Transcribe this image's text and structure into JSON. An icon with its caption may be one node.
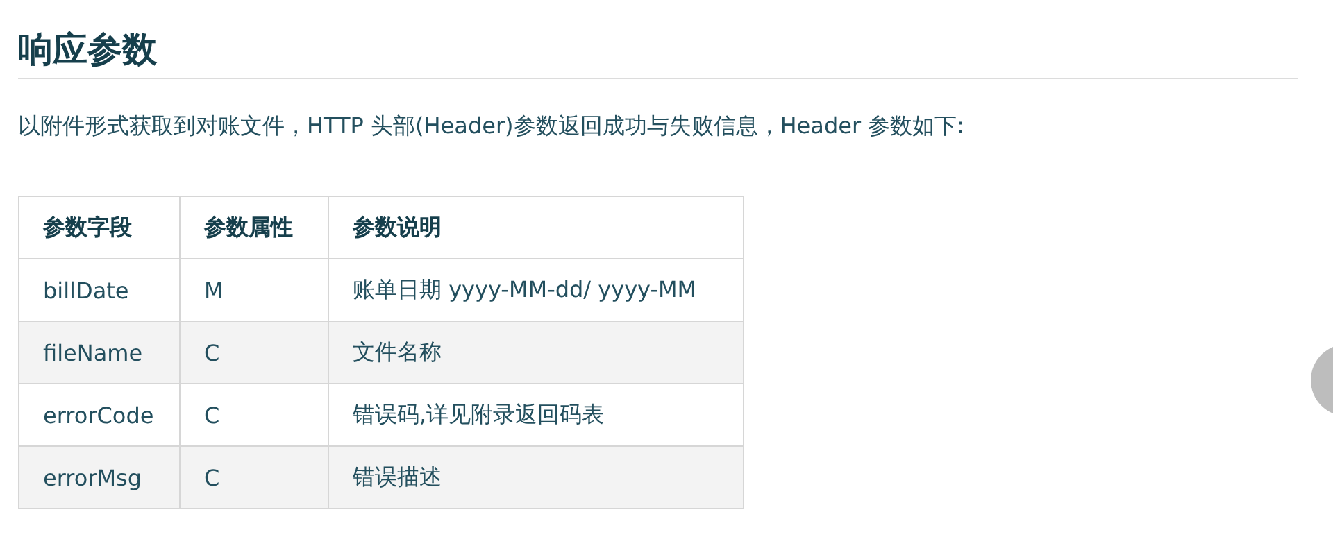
{
  "diagram": {
    "title": "响应参数",
    "labels": [
      "以附件形式获取到对账文件，HTTP 头部(Header)参数返回成功与失败信息，Header 参数如下:",
      "参数字段",
      "参数属性",
      "参数说明",
      "billDate",
      "M",
      "账单日期 yyyy-MM-dd/ yyyy-MM",
      "fileName",
      "C",
      "文件名称",
      "errorCode",
      "C",
      "错误码,详见附录返回码表",
      "errorMsg",
      "C",
      "错误描述"
    ]
  }
}
